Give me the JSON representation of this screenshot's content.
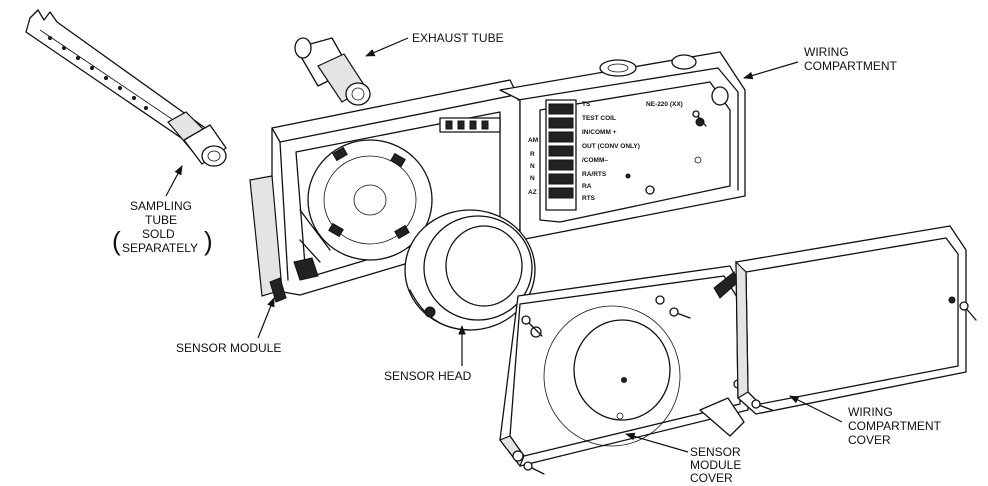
{
  "labels": {
    "exhaust_tube": "EXHAUST TUBE",
    "wiring_compartment": [
      "WIRING",
      "COMPARTMENT"
    ],
    "sampling_tube": [
      "SAMPLING",
      "TUBE"
    ],
    "sold_separately": [
      "SOLD",
      "SEPARATELY"
    ],
    "sensor_module": "SENSOR MODULE",
    "sensor_head": "SENSOR HEAD",
    "sensor_module_cover": [
      "SENSOR",
      "MODULE",
      "COVER"
    ],
    "wiring_compartment_cover": [
      "WIRING",
      "COMPARTMENT",
      "COVER"
    ]
  },
  "terminal_labels": [
    "TS",
    "TEST COIL",
    "IN/COMM +",
    "OUT (CONV ONLY)",
    "/COMM–",
    "RA/RTS",
    "RA",
    "RTS"
  ],
  "terminal_side_labels": [
    "AM",
    "R",
    "N",
    "N",
    "AZ"
  ],
  "terminal_header": "NE-220 (XX)"
}
